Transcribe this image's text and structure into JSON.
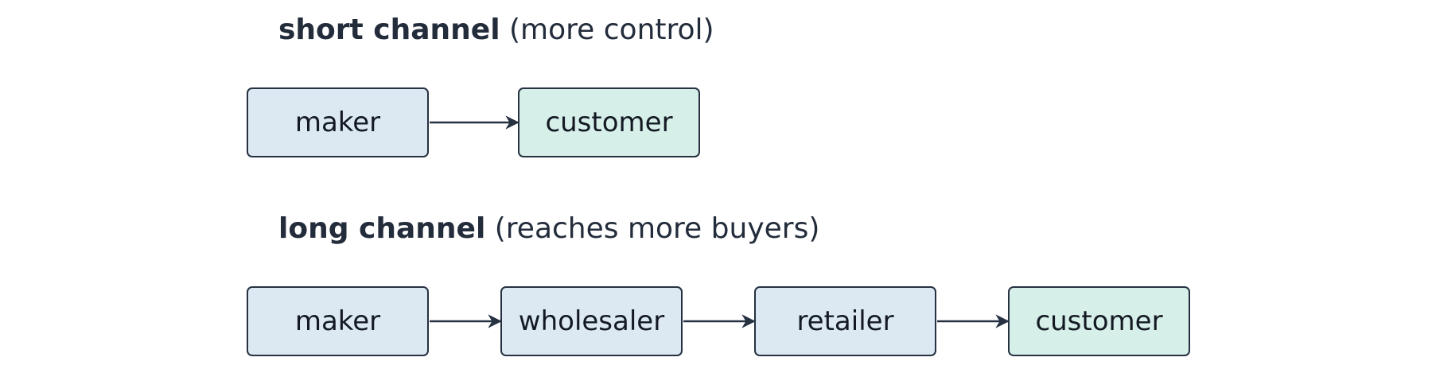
{
  "colors": {
    "node_fill": "#dce9f3",
    "end_fill": "#d7efe9",
    "border": "#263142",
    "text": "#1f2937"
  },
  "short_channel": {
    "title": "short channel",
    "note": "(more control)",
    "nodes": [
      "maker",
      "customer"
    ]
  },
  "long_channel": {
    "title": "long channel",
    "note": "(reaches more buyers)",
    "nodes": [
      "maker",
      "wholesaler",
      "retailer",
      "customer"
    ]
  }
}
